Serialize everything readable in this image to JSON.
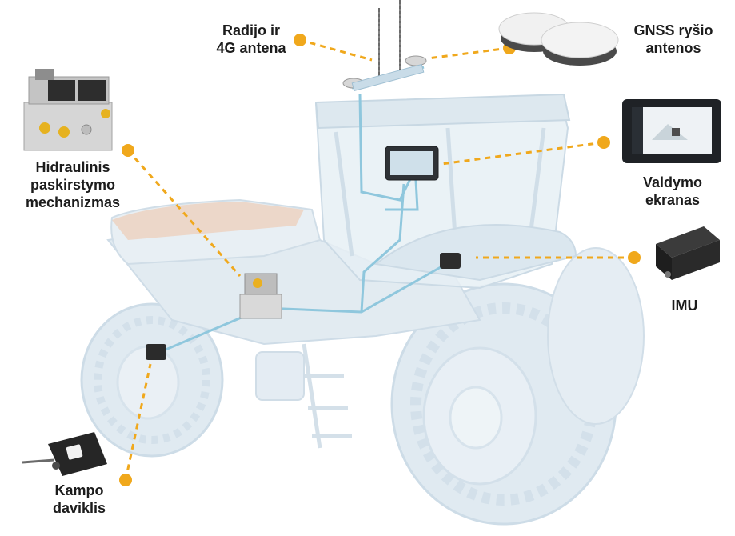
{
  "colors": {
    "accent": "#f0a81c",
    "wiring": "#8fc7dd",
    "tractor_fill": "#dbe7ef",
    "tractor_edge": "#c4d6e3",
    "hood": "#e9c4ad",
    "label_text": "#1c1c1c"
  },
  "components": [
    {
      "id": "radio-4g-antenna",
      "icon": "antenna-icon",
      "lines": [
        "Radijo ir",
        "4G antena"
      ]
    },
    {
      "id": "gnss-antennas",
      "icon": "gnss-antenna-icon",
      "lines": [
        "GNSS ryšio",
        "antenos"
      ]
    },
    {
      "id": "hydraulic-steering",
      "icon": "hydraulic-valve-icon",
      "lines": [
        "Hidraulinis",
        "paskirstymo",
        "mechanizmas"
      ]
    },
    {
      "id": "control-screen",
      "icon": "display-screen-icon",
      "lines": [
        "Valdymo",
        "ekranas"
      ]
    },
    {
      "id": "imu",
      "icon": "imu-sensor-icon",
      "lines": [
        "IMU"
      ]
    },
    {
      "id": "angle-sensor",
      "icon": "angle-sensor-icon",
      "lines": [
        "Kampo",
        "daviklis"
      ]
    }
  ]
}
